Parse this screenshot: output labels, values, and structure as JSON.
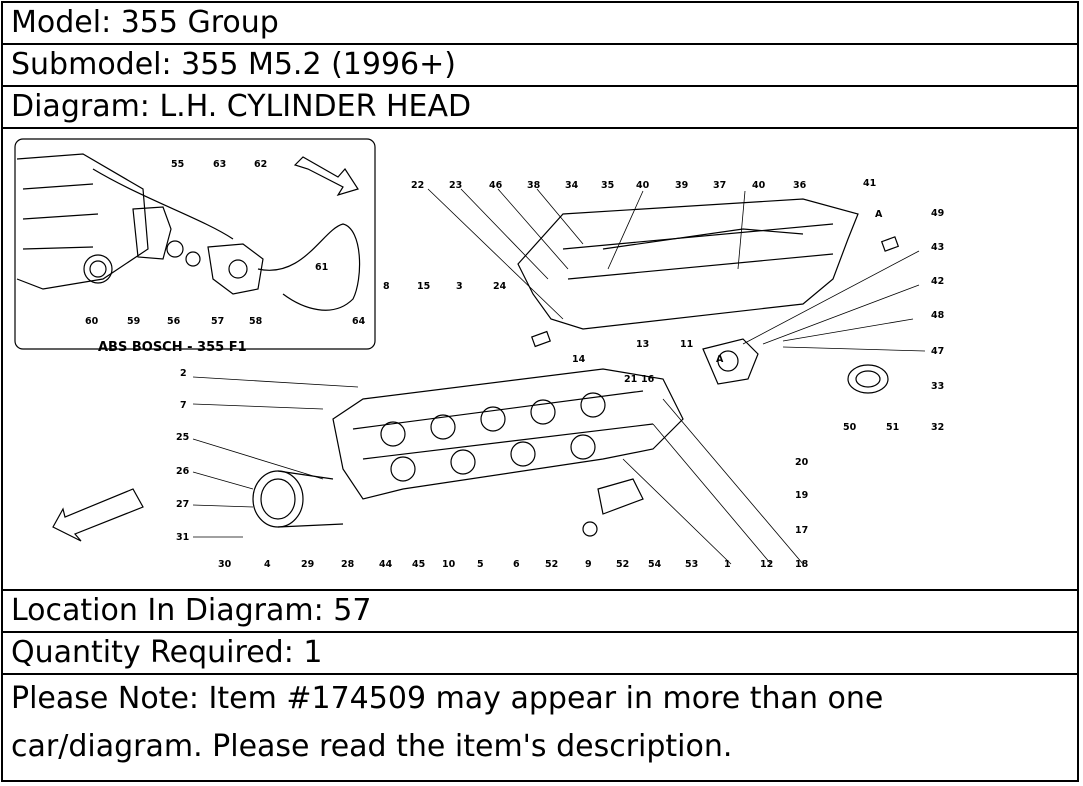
{
  "header": {
    "model": "Model: 355 Group",
    "submodel": "Submodel: 355 M5.2 (1996+)",
    "diagram": "Diagram: L.H. CYLINDER HEAD"
  },
  "diagram": {
    "inset_caption": "ABS BOSCH - 355 F1",
    "marker_a": "A",
    "callouts": [
      "55",
      "63",
      "62",
      "61",
      "60",
      "59",
      "56",
      "57",
      "58",
      "64",
      "22",
      "23",
      "46",
      "38",
      "34",
      "35",
      "40",
      "39",
      "37",
      "40",
      "36",
      "41",
      "49",
      "43",
      "42",
      "48",
      "47",
      "33",
      "32",
      "51",
      "50",
      "8",
      "15",
      "3",
      "24",
      "13",
      "14",
      "11",
      "21",
      "16",
      "2",
      "7",
      "25",
      "26",
      "27",
      "31",
      "30",
      "4",
      "29",
      "28",
      "44",
      "45",
      "10",
      "5",
      "6",
      "52",
      "9",
      "52",
      "54",
      "53",
      "1",
      "12",
      "18",
      "17",
      "19",
      "20"
    ]
  },
  "footer": {
    "location": "Location In Diagram: 57",
    "quantity": "Quantity Required: 1",
    "note_line1": "Please Note: Item #174509 may appear in more than one",
    "note_line2": "car/diagram. Please read the item's description."
  }
}
